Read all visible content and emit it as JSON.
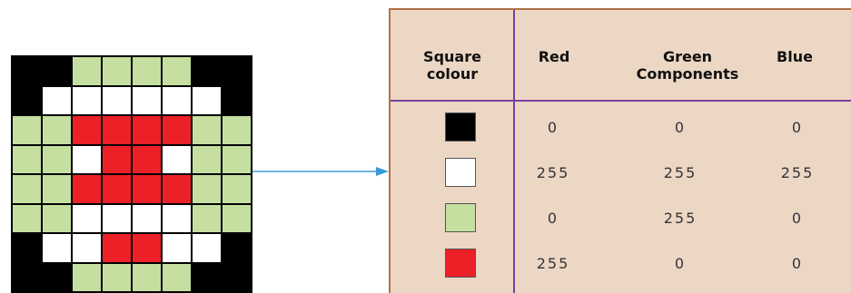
{
  "grid": {
    "palette": {
      "K": "#000000",
      "W": "#ffffff",
      "G": "#c5dfa1",
      "R": "#ec2027"
    },
    "rows": [
      "KKGGGGKK",
      "KWWWWWWK",
      "GGRRRRGG",
      "GGWRRWGG",
      "GGRRRRGG",
      "GGWWWWGG",
      "KWWRRWWK",
      "KKGGGGKK"
    ]
  },
  "table": {
    "headers": {
      "square_colour": [
        "Square",
        "colour"
      ],
      "red": "Red",
      "green": [
        "Green",
        "Components"
      ],
      "blue": "Blue"
    },
    "rows": [
      {
        "swatch": "#000000",
        "red": "0",
        "green": "0",
        "blue": "0"
      },
      {
        "swatch": "#ffffff",
        "red": "255",
        "green": "255",
        "blue": "255"
      },
      {
        "swatch": "#c5dfa1",
        "red": "0",
        "green": "255",
        "blue": "0"
      },
      {
        "swatch": "#ec2027",
        "red": "255",
        "green": "0",
        "blue": "0"
      }
    ]
  },
  "colors": {
    "panel_bg": "#ecd7c5",
    "panel_border": "#b07245",
    "divider": "#7b3fa0",
    "arrow": "#3a9ad9"
  }
}
